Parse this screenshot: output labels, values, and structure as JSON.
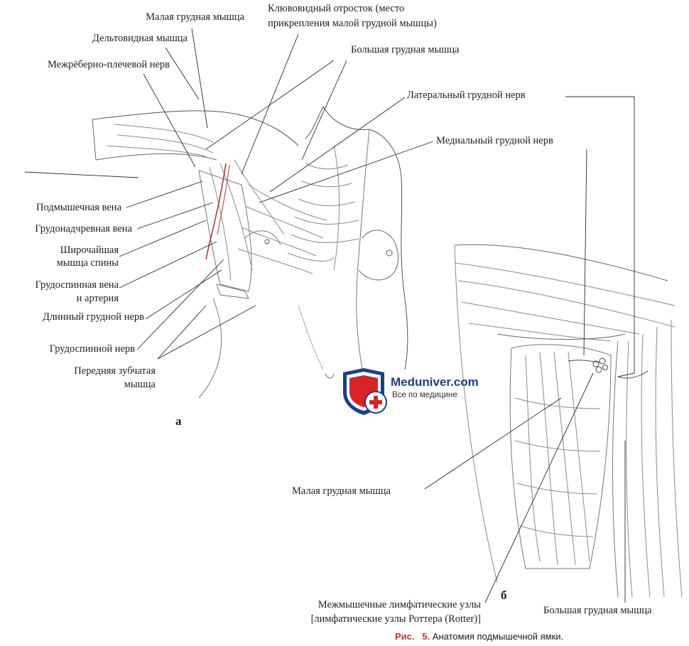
{
  "panels": {
    "a": "а",
    "b": "б"
  },
  "labels": {
    "pectoralis_minor_top": "Малая грудная мышца",
    "deltoid": "Дельтовидная мышца",
    "intercostobrachial": "Межрёберно-плечевой нерв",
    "coracoid_1": "Клювовидный отросток (место",
    "coracoid_2": "прикрепления малой грудной мышцы)",
    "pectoralis_major_top": "Большая грудная мышца",
    "lateral_pectoral": "Латеральный грудной нерв",
    "medial_pectoral": "Медиальный грудной нерв",
    "axillary_vein": "Подмышечная вена",
    "thoracoepigastric": "Грудонадчревная вена",
    "latissimus_1": "Широчайшая",
    "latissimus_2": "мышца спины",
    "thoracodorsal_vessels_1": "Грудоспинная вена",
    "thoracodorsal_vessels_2": "и артерия",
    "long_thoracic": "Длинный грудной нерв",
    "thoracodorsal_nerve": "Грудоспинной нерв",
    "serratus_1": "Передняя зубчатая",
    "serratus_2": "мышца",
    "pectoralis_minor_b": "Малая грудная мышца",
    "rotter_1": "Межмышечные лимфатические узлы",
    "rotter_2": "[лимфатические узлы Роттера (Rotter)]",
    "pectoralis_major_b": "Большая грудная мышца"
  },
  "logo": {
    "title": "Meduniver.com",
    "subtitle": "Все по медицине"
  },
  "caption": {
    "prefix": "Рис.",
    "number": "5.",
    "text": "Анатомия подмышечной ямки."
  },
  "colors": {
    "line": "#2a2a2a",
    "sketch": "#8a8a8a",
    "vessel": "#b23a3a",
    "logo_blue": "#1d3f87",
    "logo_red": "#d6232a"
  }
}
